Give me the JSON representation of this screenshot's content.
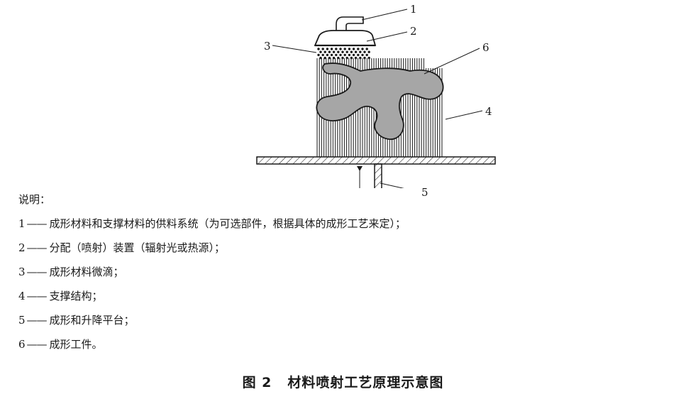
{
  "callouts": {
    "c1": "1",
    "c2": "2",
    "c3": "3",
    "c4": "4",
    "c5": "5",
    "c6": "6"
  },
  "legend": {
    "heading": "说明：",
    "dash": "——",
    "items": [
      {
        "num": "1",
        "text": "成形材料和支撑材料的供料系统（为可选部件，根据具体的成形工艺来定）；"
      },
      {
        "num": "2",
        "text": "分配（喷射）装置（辐射光或热源）；"
      },
      {
        "num": "3",
        "text": "成形材料微滴；"
      },
      {
        "num": "4",
        "text": "支撑结构；"
      },
      {
        "num": "5",
        "text": "成形和升降平台；"
      },
      {
        "num": "6",
        "text": "成形工件。"
      }
    ]
  },
  "caption": {
    "figure_number": "图 2",
    "title": "材料喷射工艺原理示意图"
  },
  "colors": {
    "line": "#1a1a1a",
    "part_fill": "#a6a6a6",
    "background": "#ffffff"
  }
}
